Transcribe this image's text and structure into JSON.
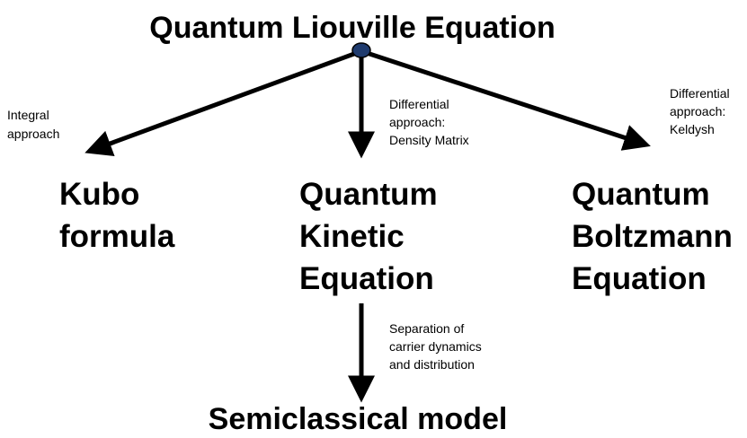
{
  "title": "Quantum Liouville Equation",
  "nodes": {
    "kubo": [
      "Kubo",
      "formula"
    ],
    "qke": [
      "Quantum",
      "Kinetic",
      "Equation"
    ],
    "qbe": [
      "Quantum",
      "Boltzmann",
      "Equation"
    ],
    "semiclassical": "Semiclassical model"
  },
  "edges": {
    "integral": [
      "Integral",
      "approach"
    ],
    "density_matrix": [
      "Differential",
      "approach:",
      "Density Matrix"
    ],
    "keldysh": [
      "Differential",
      "approach:",
      "Keldysh"
    ],
    "separation": [
      "Separation of",
      "carrier dynamics",
      "and distribution"
    ]
  },
  "colors": {
    "line": "#000000",
    "hub_fill": "#1f3b6e"
  }
}
